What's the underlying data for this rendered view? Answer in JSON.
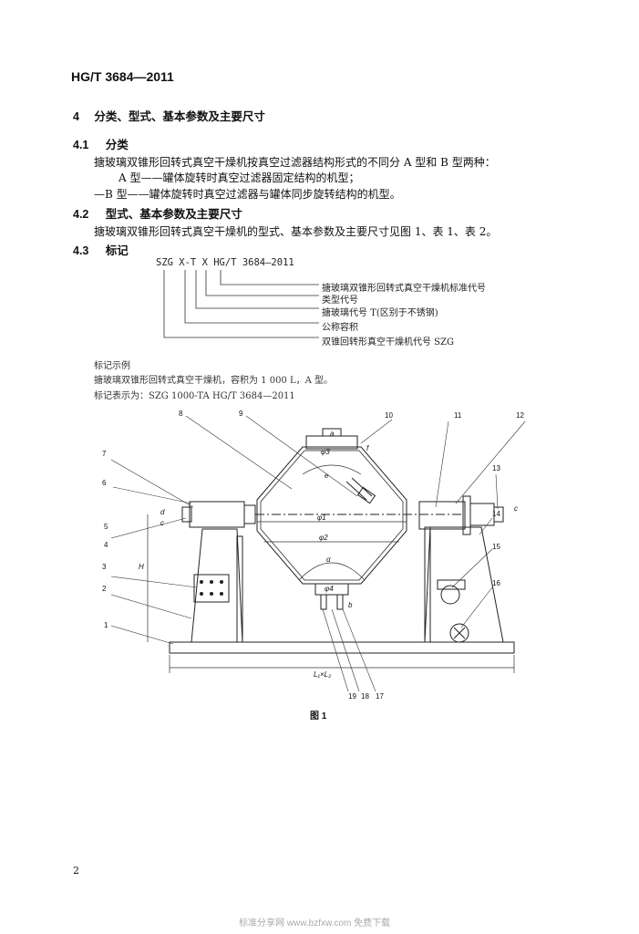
{
  "header": {
    "standard_code": "HG/T 3684—2011"
  },
  "section4": {
    "number": "4",
    "title": "分类、型式、基本参数及主要尺寸"
  },
  "s41": {
    "number": "4.1",
    "title": "分类",
    "intro": "搪玻璃双锥形回转式真空干燥机按真空过滤器结构形式的不同分 A 型和 B 型两种：",
    "type_a": "A 型——罐体旋转时真空过滤器固定结构的机型；",
    "type_b": "—B 型——罐体旋转时真空过滤器与罐体同步旋转结构的机型。"
  },
  "s42": {
    "number": "4.2",
    "title": "型式、基本参数及主要尺寸",
    "text": "搪玻璃双锥形回转式真空干燥机的型式、基本参数及主要尺寸见图 1、表 1、表 2。"
  },
  "s43": {
    "number": "4.3",
    "title": "标记"
  },
  "marking": {
    "formula": "SZG X-T X HG/T 3684—2011",
    "labels": [
      "搪玻璃双锥形回转式真空干燥机标准代号",
      "类型代号",
      "搪玻璃代号 T(区别于不锈钢)",
      "公称容积",
      "双锥回转形真空干燥机代号  SZG"
    ],
    "example_heading": "标记示例",
    "example_text": "搪玻璃双锥形回转式真空干燥机，容积为 1 000 L，A 型。",
    "example_code": "标记表示为：SZG 1000-TA   HG/T 3684—2011"
  },
  "figure": {
    "caption": "图 1",
    "callouts": [
      "1",
      "2",
      "3",
      "4",
      "5",
      "6",
      "7",
      "8",
      "9",
      "10",
      "11",
      "12",
      "13",
      "14",
      "15",
      "16",
      "17",
      "18",
      "19"
    ],
    "dims": [
      "φ3",
      "a",
      "f",
      "e",
      "φ1",
      "φ2",
      "α",
      "φ4",
      "b",
      "d",
      "c",
      "H",
      "L₁×L₂",
      "c"
    ]
  },
  "page": {
    "number": "2"
  },
  "footer": {
    "watermark": "标准分享网 www.bzfxw.com 免费下载"
  }
}
